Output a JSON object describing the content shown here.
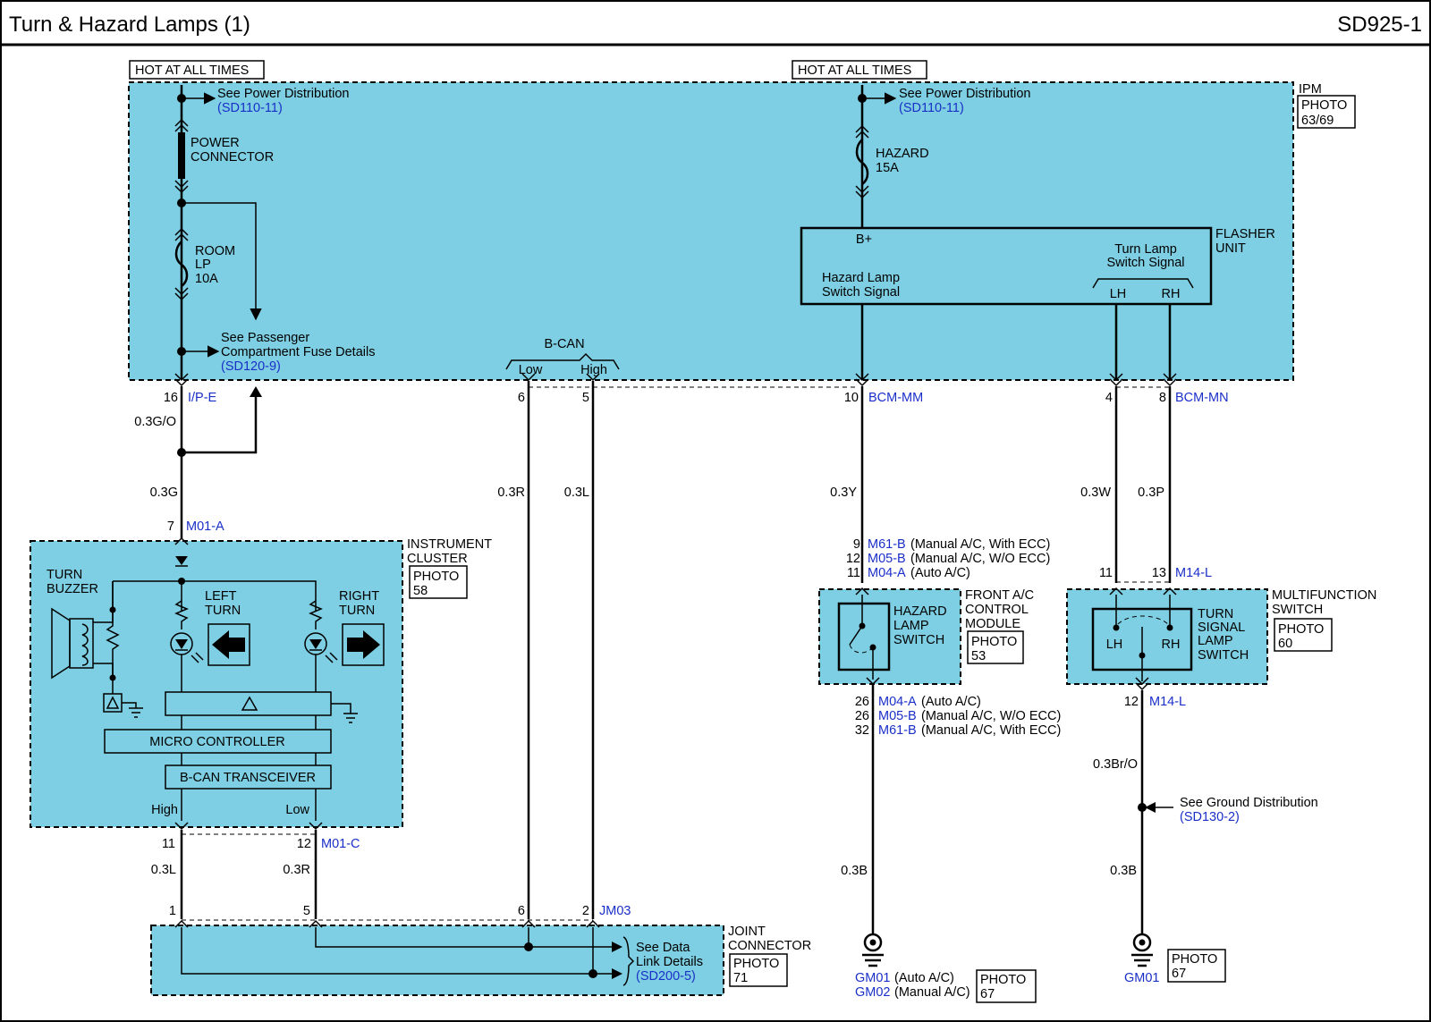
{
  "header": {
    "title": "Turn & Hazard Lamps (1)",
    "code": "SD925-1"
  },
  "labels": {
    "hot1": "HOT AT ALL TIMES",
    "hot2": "HOT AT ALL TIMES",
    "see_power_1": "See Power Distribution",
    "see_power_1_ref": "(SD110-11)",
    "see_power_2": "See Power Distribution",
    "see_power_2_ref": "(SD110-11)",
    "ipm": "IPM",
    "ipm_photo_1": "PHOTO",
    "ipm_photo_2": "63/69",
    "power_conn_1": "POWER",
    "power_conn_2": "CONNECTOR",
    "room_1": "ROOM",
    "room_2": "LP",
    "room_3": "10A",
    "hazard_fuse_1": "HAZARD",
    "hazard_fuse_2": "15A",
    "see_passenger_1": "See Passenger",
    "see_passenger_2": "Compartment Fuse Details",
    "see_passenger_ref": "(SD120-9)",
    "bplus": "B+",
    "flasher_1": "FLASHER",
    "flasher_2": "UNIT",
    "turn_sig_1": "Turn Lamp",
    "turn_sig_2": "Switch Signal",
    "hazard_sig_1": "Hazard Lamp",
    "hazard_sig_2": "Switch Signal",
    "fl_lh": "LH",
    "fl_rh": "RH",
    "bcan": "B-CAN",
    "bcan_low": "Low",
    "bcan_high": "High",
    "pin16": "16",
    "conn_ipe": "I/P-E",
    "wire_03go": "0.3G/O",
    "wire_03g": "0.3G",
    "pin6a": "6",
    "pin5a": "5",
    "wire_03r": "0.3R",
    "wire_03l": "0.3L",
    "pin10": "10",
    "conn_bcmmm": "BCM-MM",
    "wire_03y": "0.3Y",
    "pin4": "4",
    "pin8": "8",
    "conn_bcmmn": "BCM-MN",
    "wire_03w": "0.3W",
    "wire_03p": "0.3P",
    "pin7": "7",
    "conn_m01a": "M01-A",
    "ic_1": "INSTRUMENT",
    "ic_2": "CLUSTER",
    "ic_photo_1": "PHOTO",
    "ic_photo_2": "58",
    "turn_buzzer_1": "TURN",
    "turn_buzzer_2": "BUZZER",
    "left_turn_1": "LEFT",
    "left_turn_2": "TURN",
    "right_turn_1": "RIGHT",
    "right_turn_2": "TURN",
    "micro": "MICRO CONTROLLER",
    "bcan_tx": "B-CAN TRANSCEIVER",
    "ic_high": "High",
    "ic_low": "Low",
    "pin11a": "11",
    "pin12a": "12",
    "conn_m01c": "M01-C",
    "wire_03l_b": "0.3L",
    "wire_03r_b": "0.3R",
    "pin1": "1",
    "pin5b": "5",
    "pin6b": "6",
    "pin2": "2",
    "conn_jm03": "JM03",
    "joint_1": "JOINT",
    "joint_2": "CONNECTOR",
    "joint_photo_1": "PHOTO",
    "joint_photo_2": "71",
    "see_data_1": "See Data",
    "see_data_2": "Link Details",
    "see_data_ref": "(SD200-5)",
    "ac_top_1_pin": "9",
    "ac_top_1_conn": "M61-B",
    "ac_top_1_desc": "(Manual A/C, With ECC)",
    "ac_top_2_pin": "12",
    "ac_top_2_conn": "M05-B",
    "ac_top_2_desc": "(Manual A/C, W/O ECC)",
    "ac_top_3_pin": "11",
    "ac_top_3_conn": "M04-A",
    "ac_top_3_desc": "(Auto A/C)",
    "front_ac_1": "FRONT A/C",
    "front_ac_2": "CONTROL",
    "front_ac_3": "MODULE",
    "ac_photo_1": "PHOTO",
    "ac_photo_2": "53",
    "hls_1": "HAZARD",
    "hls_2": "LAMP",
    "hls_3": "SWITCH",
    "ac_bot_1_pin": "26",
    "ac_bot_1_conn": "M04-A",
    "ac_bot_1_desc": "(Auto A/C)",
    "ac_bot_2_pin": "26",
    "ac_bot_2_conn": "M05-B",
    "ac_bot_2_desc": "(Manual A/C, W/O ECC)",
    "ac_bot_3_pin": "32",
    "ac_bot_3_conn": "M61-B",
    "ac_bot_3_desc": "(Manual A/C, With ECC)",
    "wire_03b_1": "0.3B",
    "gm01_a": "GM01",
    "gm01_a_desc": "(Auto A/C)",
    "gm02": "GM02",
    "gm02_desc": "(Manual A/C)",
    "gnd_photo_1": "PHOTO",
    "gnd_photo_2": "67",
    "pin11b": "11",
    "pin13": "13",
    "conn_m14l_a": "M14-L",
    "mfs_1": "MULTIFUNCTION",
    "mfs_2": "SWITCH",
    "mfs_photo_1": "PHOTO",
    "mfs_photo_2": "60",
    "tsl_1": "TURN",
    "tsl_2": "SIGNAL",
    "tsl_3": "LAMP",
    "tsl_4": "SWITCH",
    "tsl_lh": "LH",
    "tsl_rh": "RH",
    "pin12b": "12",
    "conn_m14l_b": "M14-L",
    "wire_03bro": "0.3Br/O",
    "see_ground_1": "See Ground Distribution",
    "see_ground_ref": "(SD130-2)",
    "wire_03b_2": "0.3B",
    "gm01_b": "GM01",
    "gnd2_photo_1": "PHOTO",
    "gnd2_photo_2": "67"
  },
  "colors": {
    "module_fill": "#7ecfe3",
    "ref_text": "#1a2fc8",
    "wire": "#000000"
  }
}
